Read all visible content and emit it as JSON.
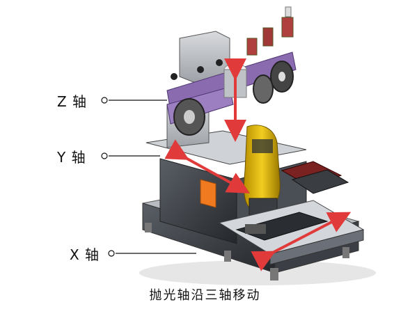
{
  "labels": {
    "z_axis": "Z 轴",
    "y_axis": "Y 轴",
    "x_axis": "X 轴",
    "caption": "抛光轴沿三轴移动"
  },
  "colors": {
    "arrow": "#e03a3a",
    "robot": "#e0b800",
    "purple": "#8a6bb0",
    "orange_panel": "#f07a20",
    "frame": "#2c2f33"
  }
}
